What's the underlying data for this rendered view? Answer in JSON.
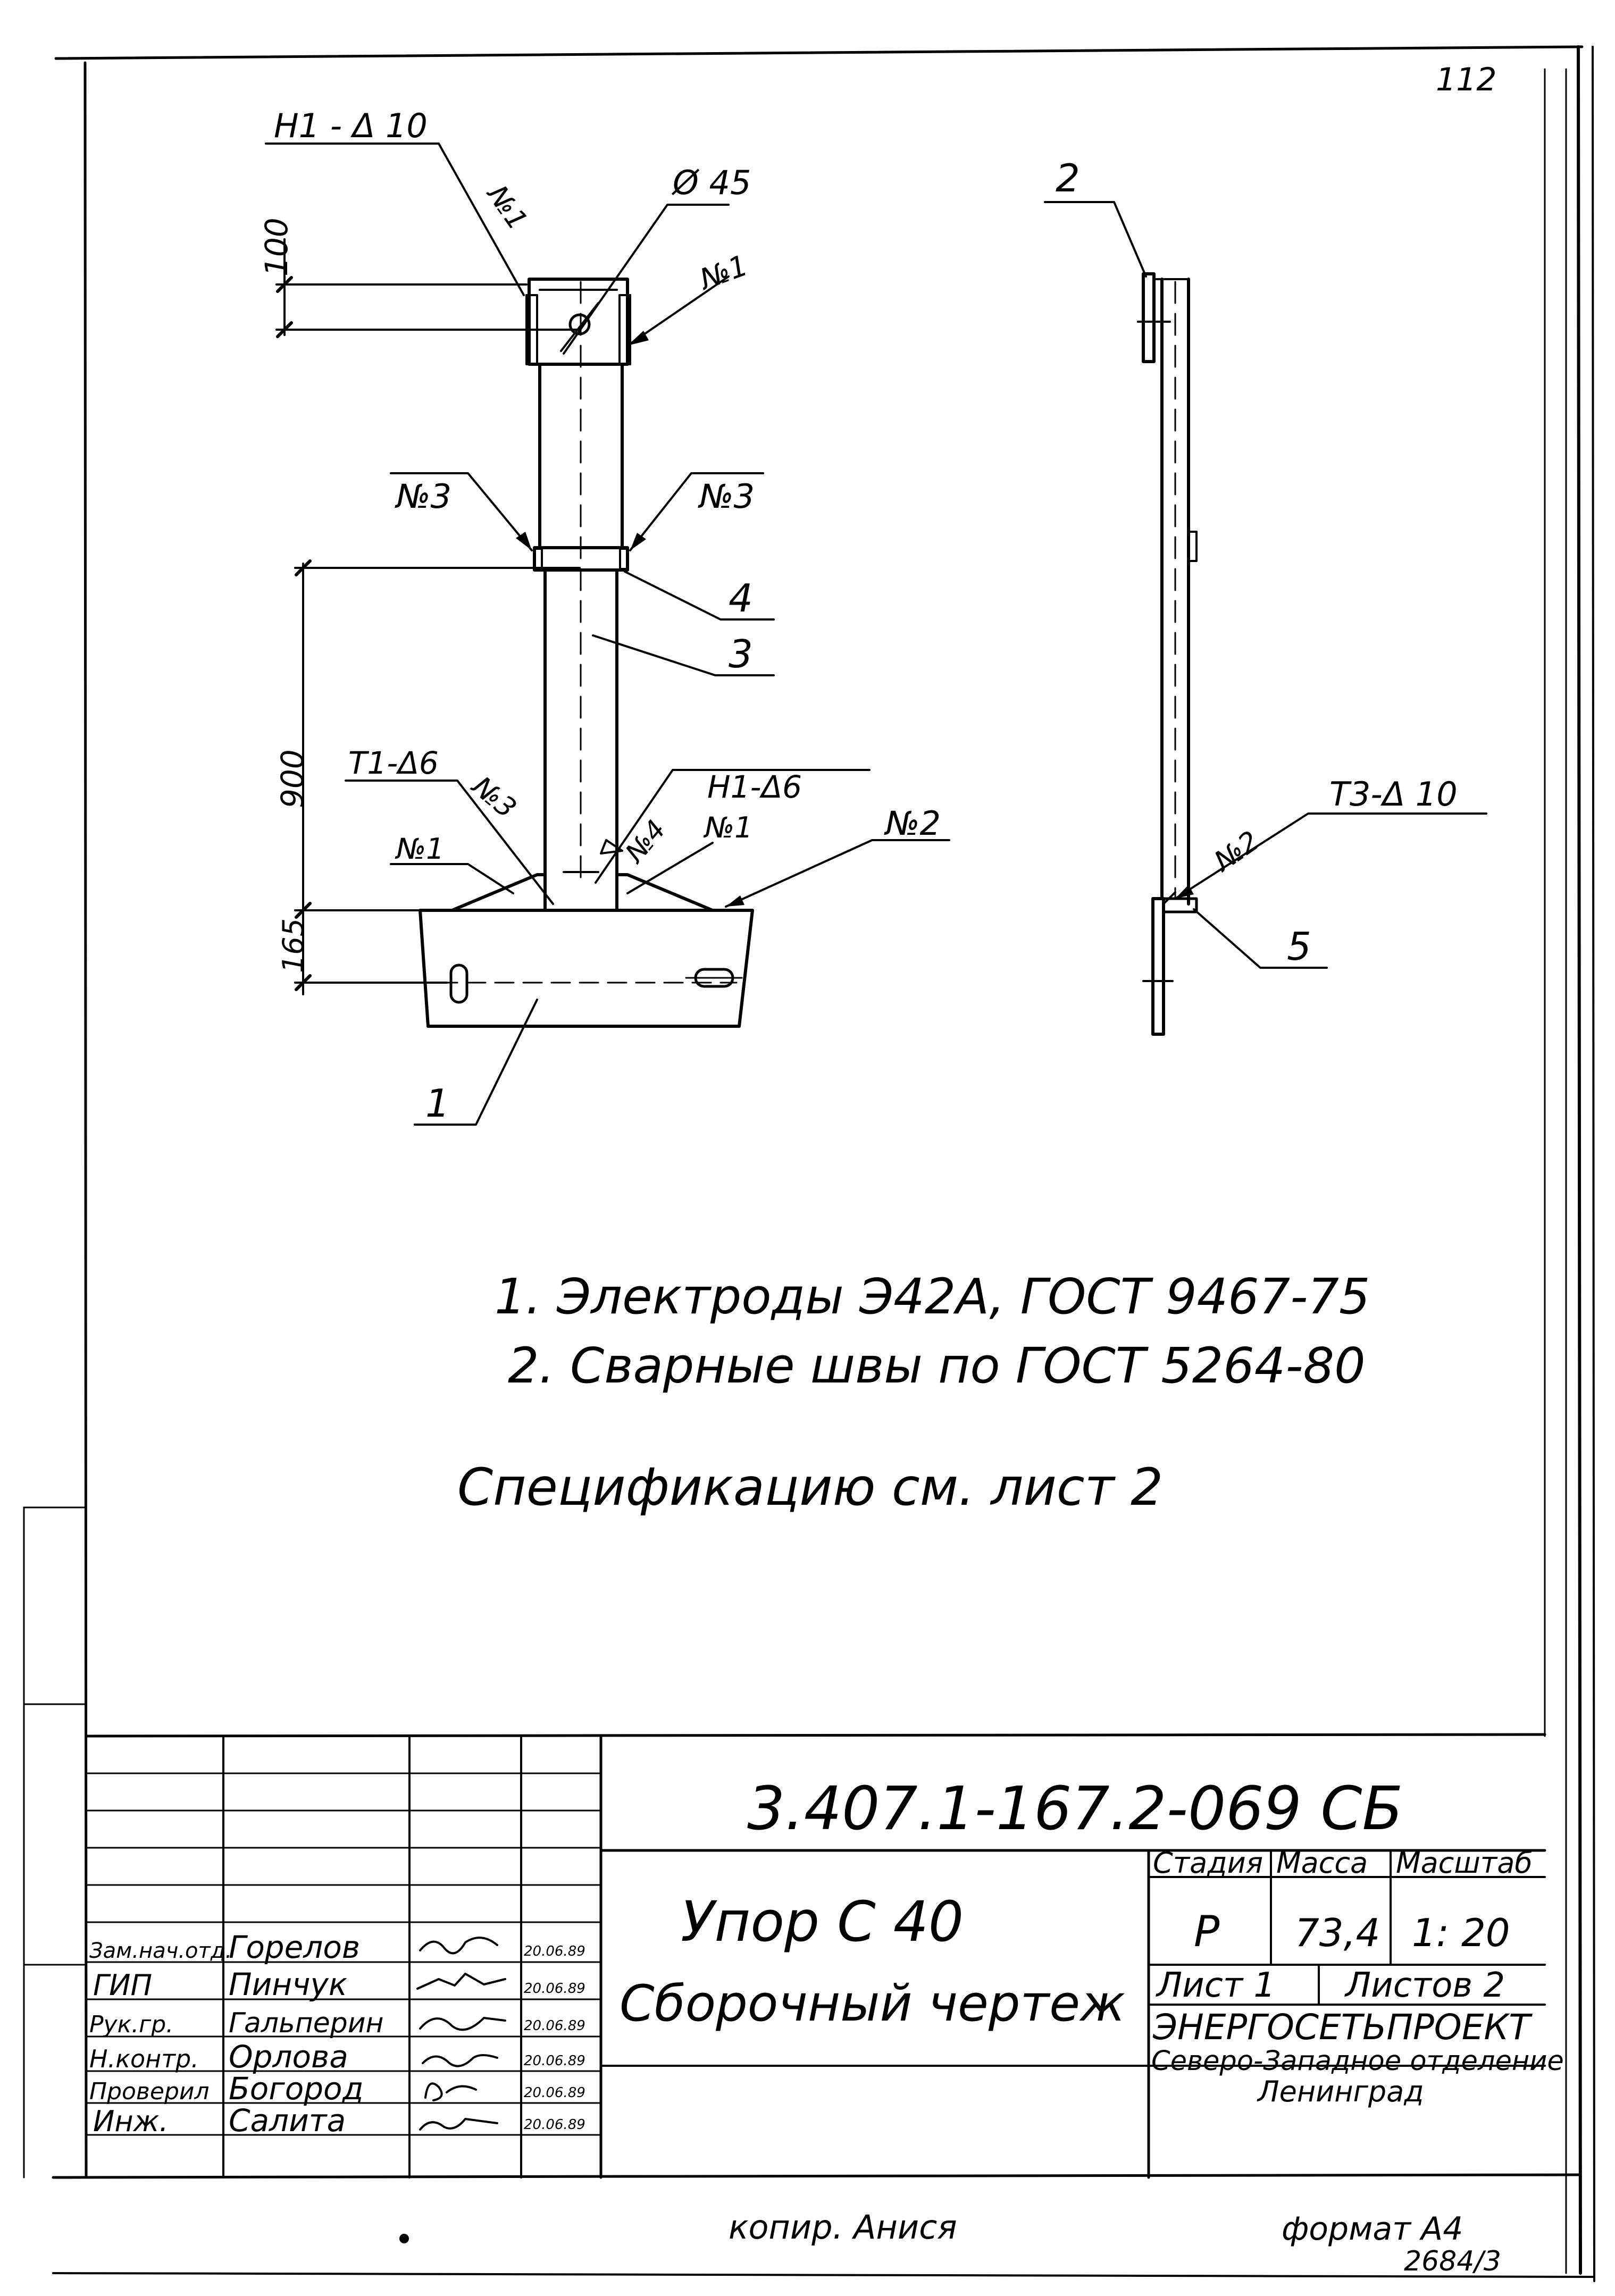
{
  "sheet": {
    "page_number": "112",
    "format_note": "формат А4",
    "copy_note": "копир. Анися",
    "archive_number": "2684/3"
  },
  "front_view": {
    "callouts": {
      "weld_h1_10": "Н1 - Δ 10",
      "seam_1_top": "№1",
      "hole_dia": "Ø 45",
      "seam_1_right": "№1",
      "seam_3_left": "№3",
      "seam_3_right": "№3",
      "part_4": "4",
      "part_3": "3",
      "weld_t1_6": "Т1-Δ6",
      "seam_3_lower": "№3",
      "weld_h1_6": "Н1-Δ6",
      "seam_4": "№4",
      "seam_1_lower_right": "№1",
      "seam_1_lower_left": "№1",
      "seam_2": "№2",
      "part_1": "1"
    },
    "dimensions": {
      "top": "100",
      "middle": "900",
      "bottom": "165"
    }
  },
  "side_view": {
    "callouts": {
      "part_2": "2",
      "weld_t3_10": "Т3-Δ 10",
      "seam_2": "№2",
      "part_5": "5"
    }
  },
  "notes": [
    "1. Электроды Э42А, ГОСТ 9467-75",
    "2. Сварные швы по ГОСТ 5264-80"
  ],
  "spec_ref": "Спецификацию см. лист 2",
  "title_block": {
    "designation": "3.407.1-167.2-069 СБ",
    "product_name": "Упор С 40",
    "document_type": "Сборочный чертеж",
    "headers": {
      "stage": "Стадия",
      "mass": "Масса",
      "scale": "Масштаб"
    },
    "stage": "Р",
    "mass": "73,4",
    "scale": "1: 20",
    "sheet": "Лист 1",
    "sheets_total": "Листов 2",
    "organization": "ЭНЕРГОСЕТЬПРОЕКТ",
    "department": "Северо-Западное отделение",
    "city": "Ленинград",
    "signatures": [
      {
        "role": "Зам.нач.отд.",
        "name": "Горелов",
        "date": "20.06.89"
      },
      {
        "role": "ГИП",
        "name": "Пинчук",
        "date": "20.06.89"
      },
      {
        "role": "Рук.гр.",
        "name": "Гальперин",
        "date": "20.06.89"
      },
      {
        "role": "Н.контр.",
        "name": "Орлова",
        "date": "20.06.89"
      },
      {
        "role": "Проверил",
        "name": "Богород",
        "date": "20.06.89"
      },
      {
        "role": "Инж.",
        "name": "Салита",
        "date": "20.06.89"
      }
    ]
  }
}
